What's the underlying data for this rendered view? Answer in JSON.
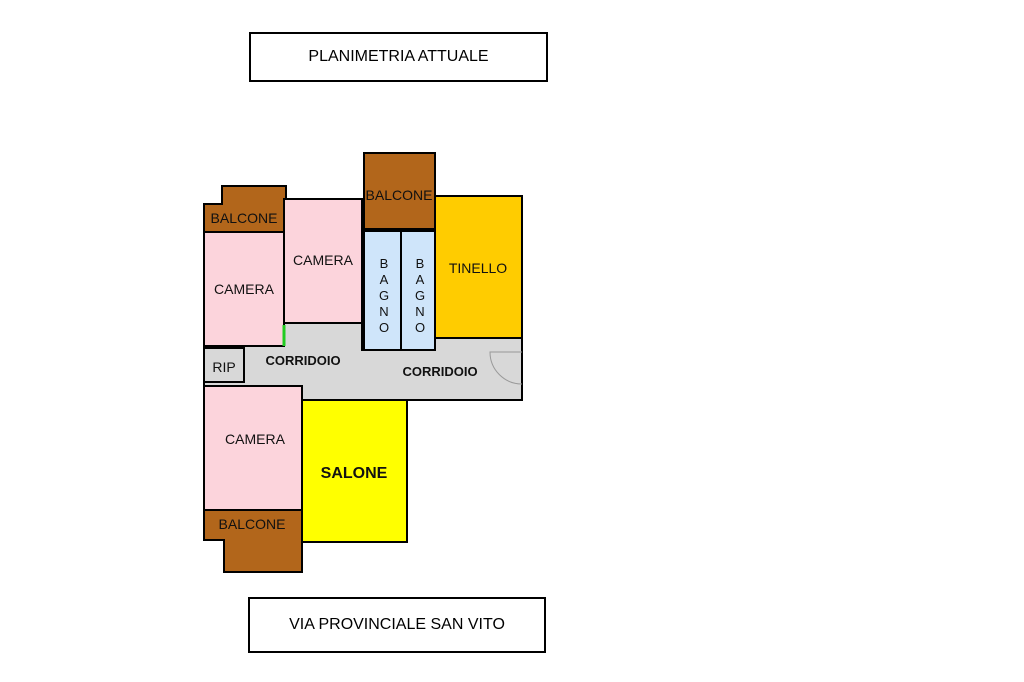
{
  "title": "PLANIMETRIA ATTUALE",
  "address": "VIA PROVINCIALE SAN VITO",
  "colors": {
    "balcone": "#b2661b",
    "camera": "#fcd4dc",
    "bagno": "#cfe5fa",
    "tinello": "#ffcc00",
    "salone": "#ffff00",
    "corridoio": "#d8d8d8",
    "wall": "#000000"
  },
  "rooms": {
    "balcone_top_left": "BALCONE",
    "balcone_top_center": "BALCONE",
    "balcone_bottom": "BALCONE",
    "camera_left": "CAMERA",
    "camera_center": "CAMERA",
    "camera_bottom": "CAMERA",
    "bagno_1": "BAGNO",
    "bagno_2": "BAGNO",
    "tinello": "TINELLO",
    "ripostiglio": "RIP",
    "corridoio_left": "CORRIDOIO",
    "corridoio_right": "CORRIDOIO",
    "salone": "SALONE"
  }
}
